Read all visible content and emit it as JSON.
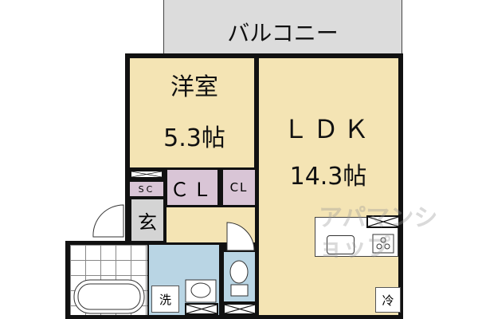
{
  "rooms": {
    "balcony": "バルコニー",
    "western_room": {
      "name": "洋室",
      "size": "5.3帖"
    },
    "ldk": {
      "name": "ＬＤＫ",
      "size": "14.3帖"
    },
    "closet_large": "ＣＬ",
    "closet_small": "CL",
    "shoe_closet": "SC",
    "entrance": "玄",
    "washer": "洗",
    "fridge": "冷"
  },
  "watermark": "アパマンショップ",
  "colors": {
    "floor": "#f4e4b4",
    "closet": "#d9c5d6",
    "wet": "#b9d5e4",
    "balcony": "#dcdcdc",
    "entrance": "#d4d4d4"
  }
}
